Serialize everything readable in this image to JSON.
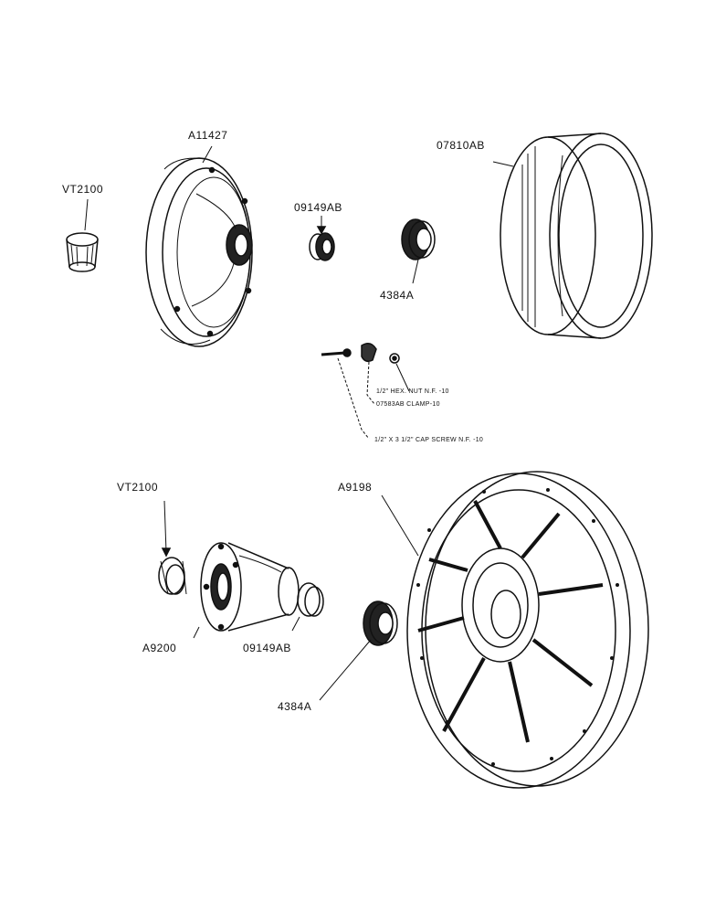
{
  "labels": {
    "a11427": "A11427",
    "vt2100_top": "VT2100",
    "p09149ab_top": "09149AB",
    "p4384a_top": "4384A",
    "p07810ab": "07810AB",
    "hex_nut": "1/2\" HEX. NUT N.F. -10",
    "clamp": "07583AB CLAMP-10",
    "cap_screw": "1/2\" X 3 1/2\" CAP SCREW N.F. -10",
    "vt2100_bottom": "VT2100",
    "a9198": "A9198",
    "a9200": "A9200",
    "p09149ab_bottom": "09149AB",
    "p4384a_bottom": "4384A"
  }
}
